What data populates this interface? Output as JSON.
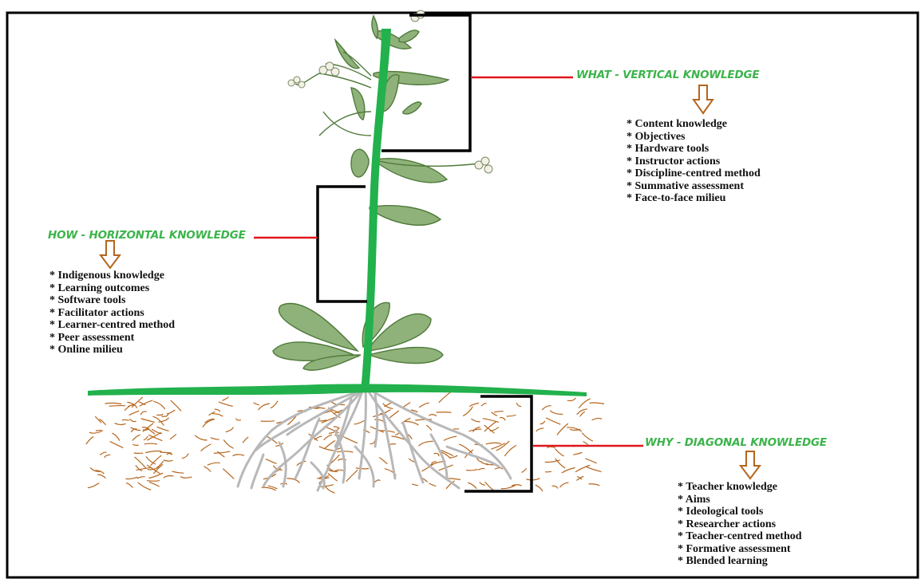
{
  "colors": {
    "stem": "#22b14c",
    "ground": "#22b14c",
    "leaf": "#8fb27a",
    "leaf_dark": "#4f7a3a",
    "root": "#b8b8b8",
    "soil": "#b5651d",
    "bracket": "#000000",
    "connector": "#e0161d",
    "heading": "#3cb44b",
    "arrow": "#b5651d",
    "text": "#111111"
  },
  "what": {
    "heading": "WHAT - VERTICAL KNOWLEDGE",
    "arrow_icon": "down-arrow-icon",
    "items": [
      "* Content knowledge",
      "* Objectives",
      "* Hardware tools",
      "* Instructor actions",
      "* Discipline-centred method",
      "* Summative assessment",
      "* Face-to-face milieu"
    ]
  },
  "how": {
    "heading": "HOW - HORIZONTAL KNOWLEDGE",
    "arrow_icon": "down-arrow-icon",
    "items": [
      "* Indigenous knowledge",
      "* Learning outcomes",
      "* Software tools",
      "* Facilitator actions",
      "* Learner-centred method",
      "* Peer assessment",
      "* Online milieu"
    ]
  },
  "why": {
    "heading": "WHY - DIAGONAL KNOWLEDGE",
    "arrow_icon": "down-arrow-icon",
    "items": [
      "* Teacher knowledge",
      "* Aims",
      "* Ideological tools",
      "* Researcher actions",
      "* Teacher-centred method",
      "* Formative assessment",
      "* Blended learning"
    ]
  }
}
